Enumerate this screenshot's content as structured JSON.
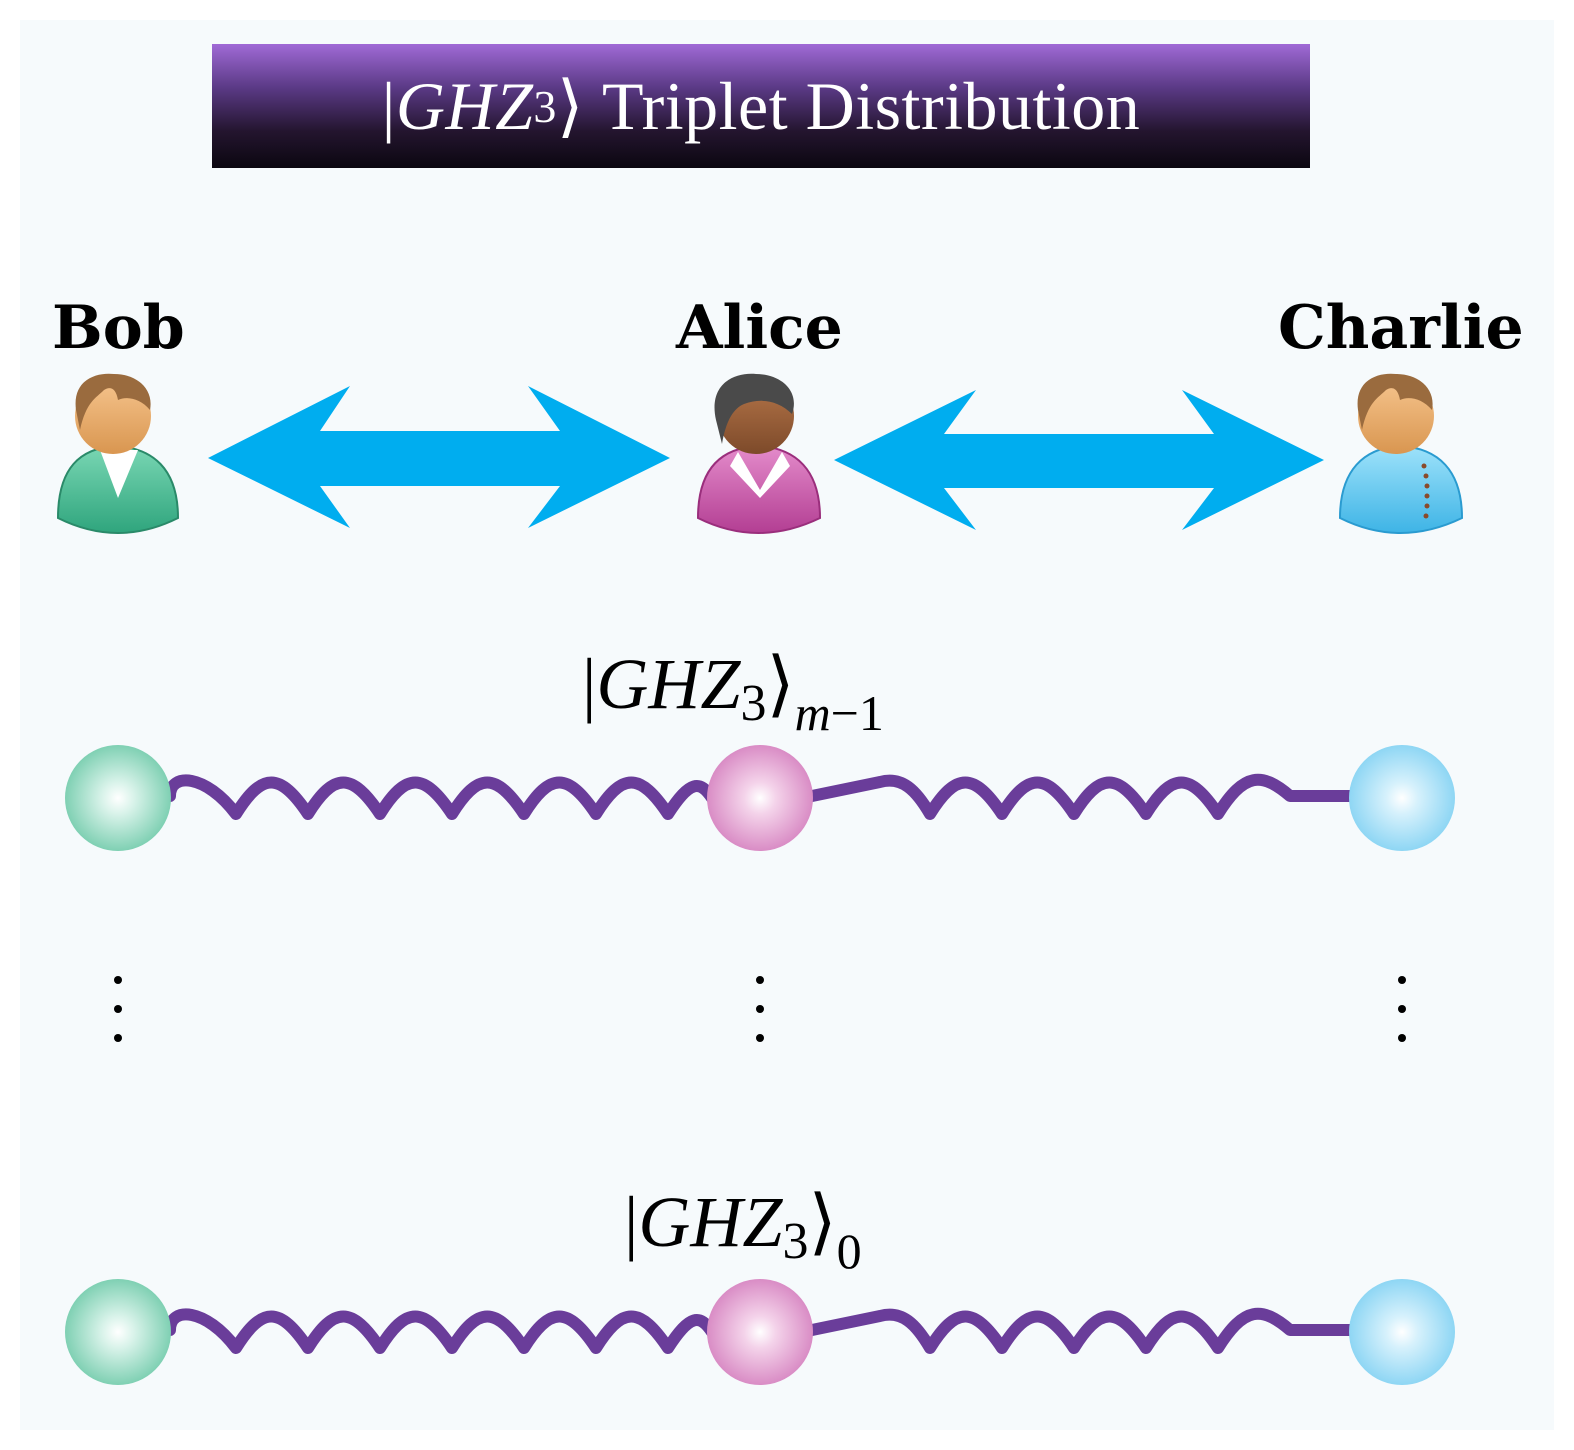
{
  "title": {
    "prefix": "|",
    "math": "GHZ",
    "subscript": "3",
    "suffix": "⟩",
    "text": "Triplet Distribution"
  },
  "parties": [
    {
      "name": "Bob",
      "color": "#3fb88f"
    },
    {
      "name": "Alice",
      "color": "#c0479a"
    },
    {
      "name": "Charlie",
      "color": "#4cbbe8"
    }
  ],
  "arrow_color": "#00adef",
  "link_color": "#6a3d9a",
  "states": [
    {
      "ket_open": "|",
      "ket_math": "GHZ",
      "ket_sub": "3",
      "ket_close": "⟩",
      "index_var": "m",
      "index_rest": "−1"
    },
    {
      "ket_open": "|",
      "ket_math": "GHZ",
      "ket_sub": "3",
      "ket_close": "⟩",
      "index_var": "",
      "index_rest": "0"
    }
  ],
  "ellipsis": "⋮"
}
